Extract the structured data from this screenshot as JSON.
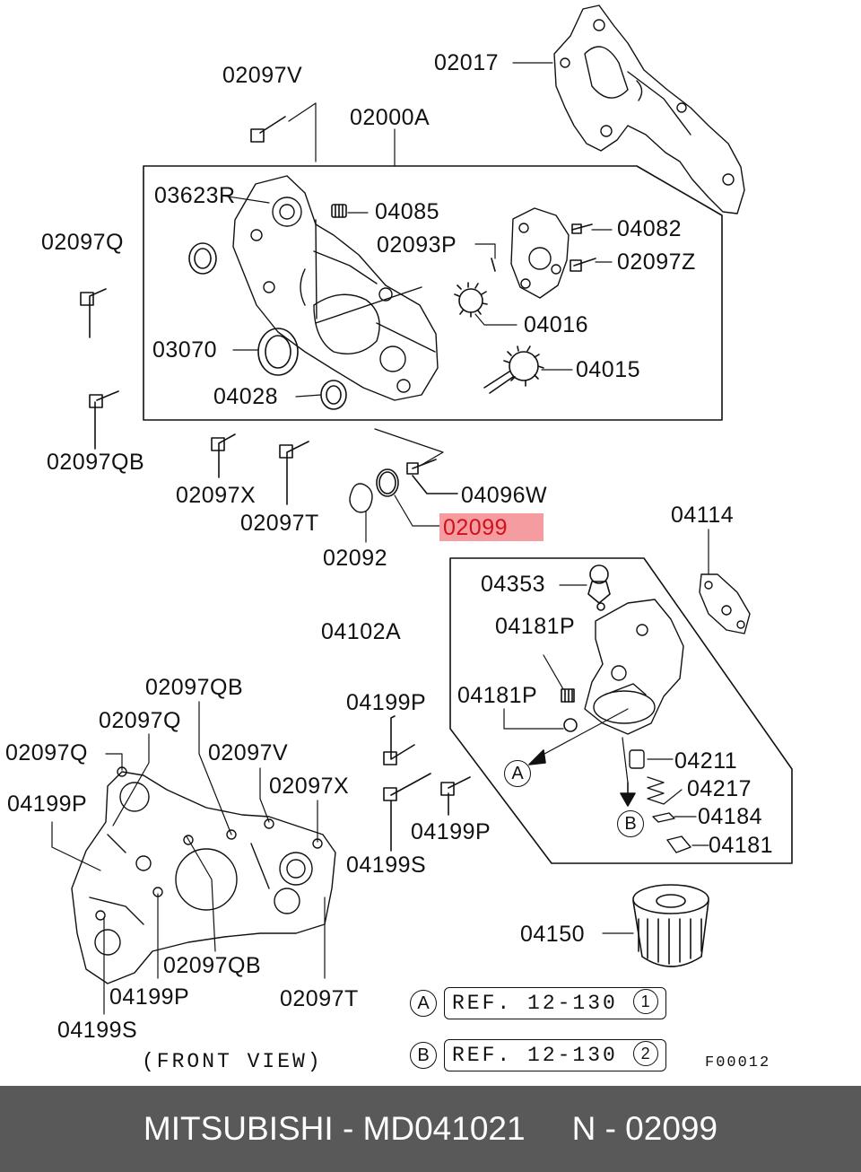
{
  "labels": {
    "l_02097V_top": "02097V",
    "l_02017": "02017",
    "l_02000A": "02000A",
    "l_03623R": "03623R",
    "l_04085": "04085",
    "l_02097Q_top": "02097Q",
    "l_02093P": "02093P",
    "l_04082": "04082",
    "l_02097Z": "02097Z",
    "l_04016": "04016",
    "l_03070": "03070",
    "l_04015": "04015",
    "l_04028": "04028",
    "l_02097QB_top": "02097QB",
    "l_02097X_mid": "02097X",
    "l_04096W": "04096W",
    "l_02097T_mid": "02097T",
    "l_02099": "02099",
    "l_02092": "02092",
    "l_04114": "04114",
    "l_04353": "04353",
    "l_04102A": "04102A",
    "l_04181P_a": "04181P",
    "l_04181P_b": "04181P",
    "l_04199P_top": "04199P",
    "l_02097QB_low": "02097QB",
    "l_02097Q_a": "02097Q",
    "l_02097Q_b": "02097Q",
    "l_02097V_low": "02097V",
    "l_02097X_low": "02097X",
    "l_04199P_left": "04199P",
    "l_04211": "04211",
    "l_04217": "04217",
    "l_04184": "04184",
    "l_04181": "04181",
    "l_04199P_mid": "04199P",
    "l_04199S_mid": "04199S",
    "l_04150": "04150",
    "l_02097QB_bot": "02097QB",
    "l_04199P_bot": "04199P",
    "l_02097T_bot": "02097T",
    "l_04199S_bot": "04199S"
  },
  "markers": {
    "a": "A",
    "b": "B"
  },
  "references": [
    {
      "marker": "A",
      "text": "REF. 12-130",
      "num": "1"
    },
    {
      "marker": "B",
      "text": "REF. 12-130",
      "num": "2"
    }
  ],
  "front_view_caption": "(FRONT VIEW)",
  "figure_code": "F00012",
  "highlight_color": "#f28b8e",
  "footer": {
    "brand_part": "MITSUBISHI - MD041021",
    "position_ref": "N - 02099"
  }
}
